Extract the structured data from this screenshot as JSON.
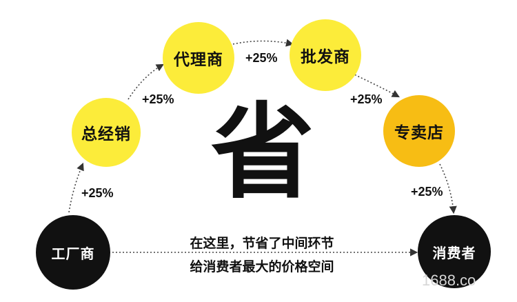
{
  "nodes": {
    "manufacturer": "工厂商",
    "general_distributor": "总经销",
    "agent": "代理商",
    "wholesaler": "批发商",
    "retail_store": "专卖店",
    "consumer": "消费者"
  },
  "markups": {
    "m1": "+25%",
    "m2": "+25%",
    "m3": "+25%",
    "m4": "+25%",
    "m5": "+25%"
  },
  "center_char": "省",
  "caption": {
    "line1": "在这里，节省了中间环节",
    "line2": "给消费者最大的价格空间"
  },
  "watermark": "1688.co",
  "colors": {
    "node_yellow": "#fcec3a",
    "node_orange": "#f7bd14",
    "node_black": "#111111"
  }
}
